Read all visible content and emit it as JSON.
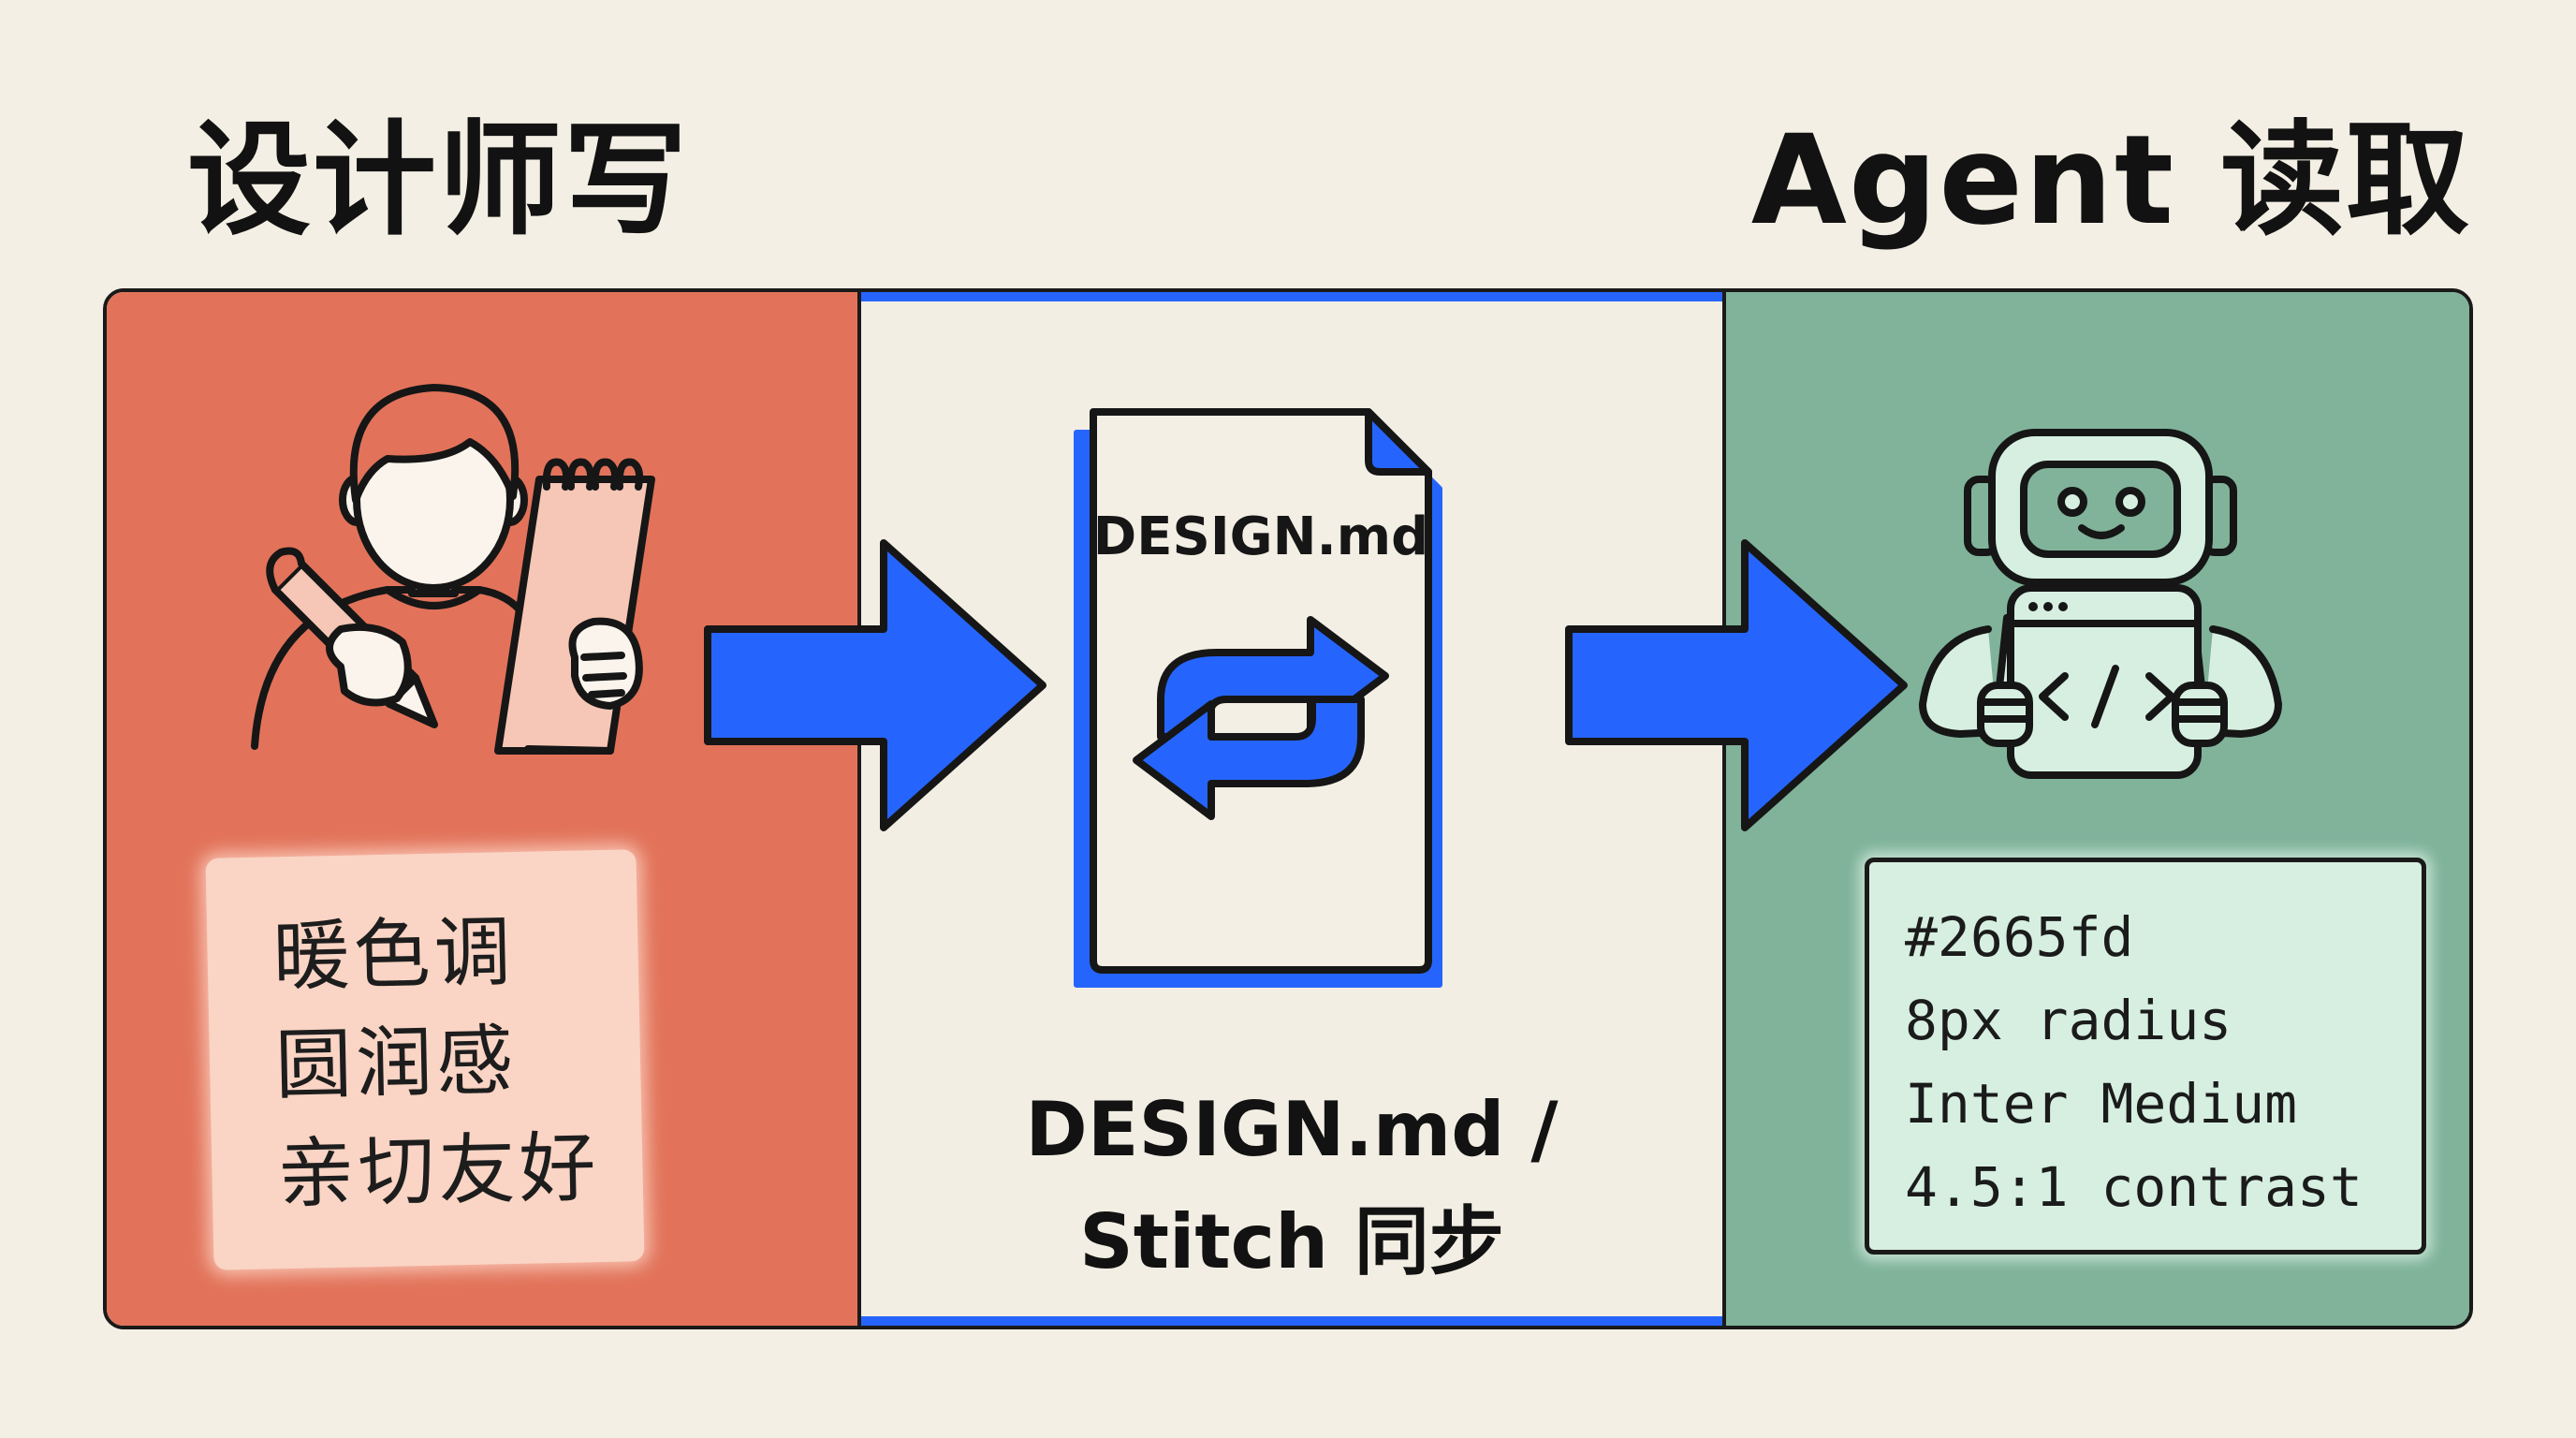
{
  "headings": {
    "left": "设计师写",
    "right": "Agent 读取"
  },
  "colors": {
    "background": "#f4efe4",
    "designer_panel": "#e2735a",
    "sync_panel": "#f3eee3",
    "agent_panel": "#80b39a",
    "accent_blue": "#2665fd",
    "sticky_note": "#fad4c4",
    "code_box": "#d6efe1",
    "outline": "#1a1a1a"
  },
  "designer": {
    "icon": "designer-writing-notepad-icon",
    "notes": [
      "暖色调",
      "圆润感",
      "亲切友好"
    ]
  },
  "sync": {
    "icon": "document-sync-icon",
    "file_name": "DESIGN.md",
    "label_lines": [
      "DESIGN.md /",
      "Stitch 同步"
    ]
  },
  "agent": {
    "icon": "robot-tablet-code-icon",
    "tokens": [
      "#2665fd",
      "8px radius",
      "Inter Medium",
      "4.5:1 contrast"
    ]
  },
  "arrows": [
    "arrow-right-icon",
    "arrow-right-icon"
  ]
}
